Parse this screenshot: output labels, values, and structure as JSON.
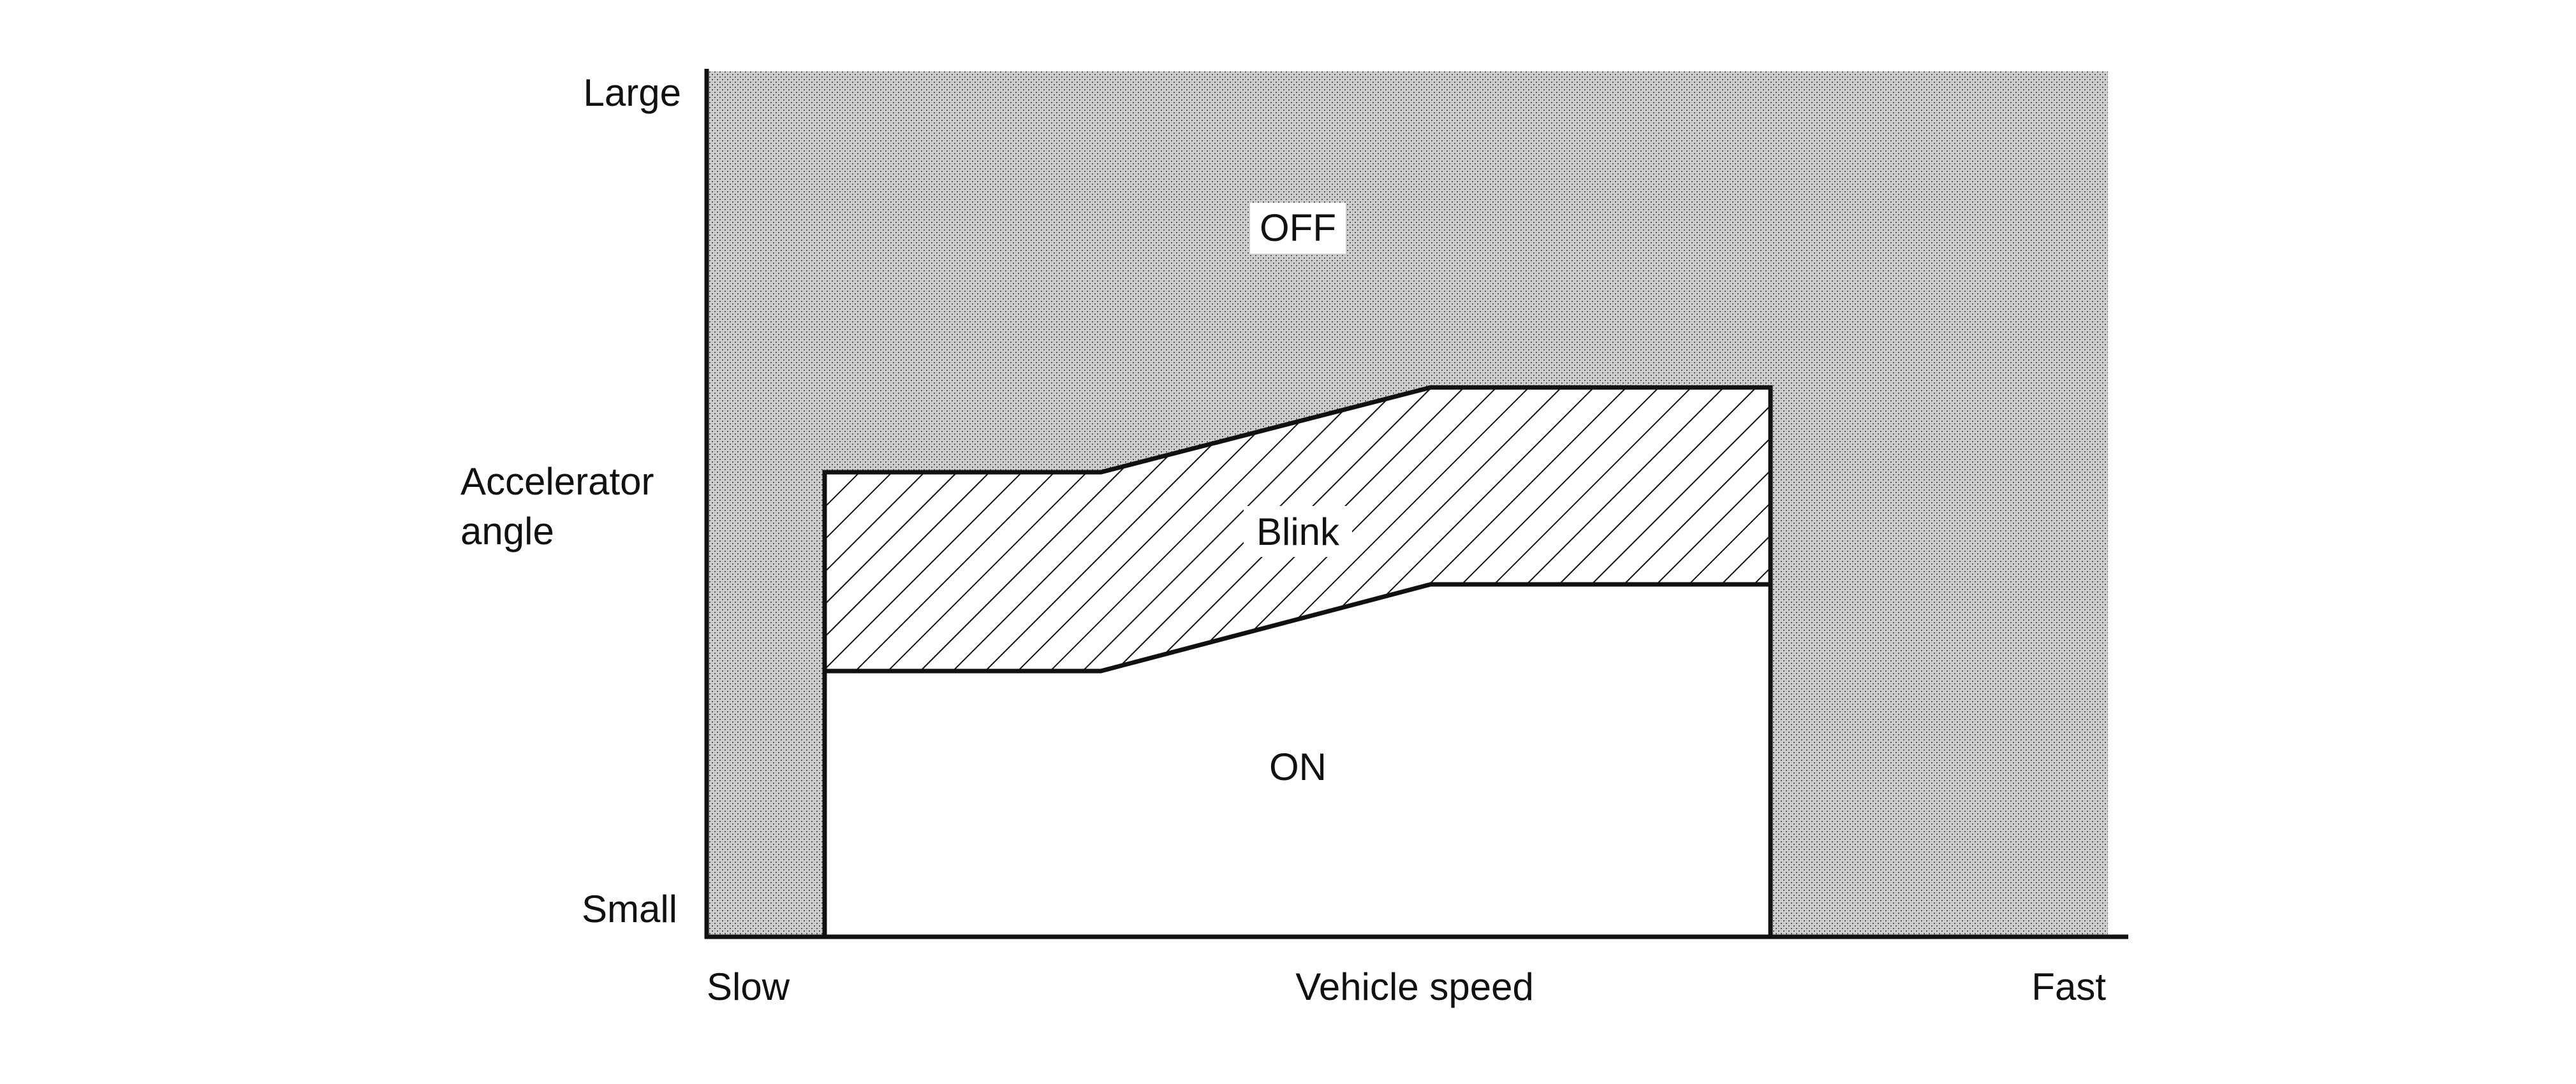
{
  "y_axis": {
    "top_label": "Large",
    "middle_label_line1": "Accelerator",
    "middle_label_line2": "angle",
    "bottom_label": "Small"
  },
  "x_axis": {
    "left_label": "Slow",
    "middle_label": "Vehicle speed",
    "right_label": "Fast"
  },
  "regions": {
    "off_label": "OFF",
    "blink_label": "Blink",
    "on_label": "ON"
  },
  "colors": {
    "axis": "#111111",
    "off_fill_pattern": "dot-stipple",
    "blink_fill_pattern": "diagonal-hatch",
    "on_fill": "#ffffff"
  }
}
